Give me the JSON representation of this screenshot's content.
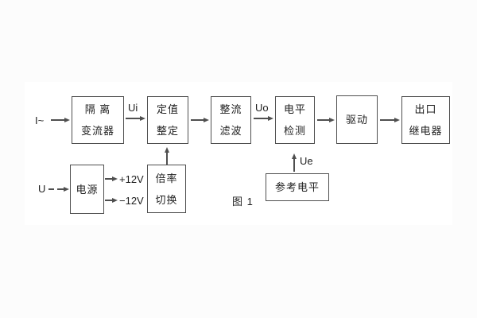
{
  "figure": {
    "caption": "图 1"
  },
  "colors": {
    "line": "#4f4f4f",
    "text": "#1f1f1f",
    "background": "#fcfcfc",
    "panel": "#ffffff"
  },
  "inputs": {
    "current": "I~",
    "voltage": "U"
  },
  "signals": {
    "ui": "Ui",
    "uo": "Uo",
    "ue": "Ue",
    "plus12v": "+12V",
    "minus12v": "−12V"
  },
  "blocks": {
    "isolation": {
      "line1": "隔 离",
      "line2": "变流器"
    },
    "setting": {
      "line1": "定值",
      "line2": "整定"
    },
    "rectify": {
      "line1": "整流",
      "line2": "滤波"
    },
    "level": {
      "line1": "电平",
      "line2": "检测"
    },
    "drive": {
      "label": "驱动"
    },
    "relay": {
      "line1": "出口",
      "line2": "继电器"
    },
    "power": {
      "label": "电源"
    },
    "ratio": {
      "line1": "倍率",
      "line2": "切换"
    },
    "reference": {
      "label": "参考电平"
    }
  }
}
